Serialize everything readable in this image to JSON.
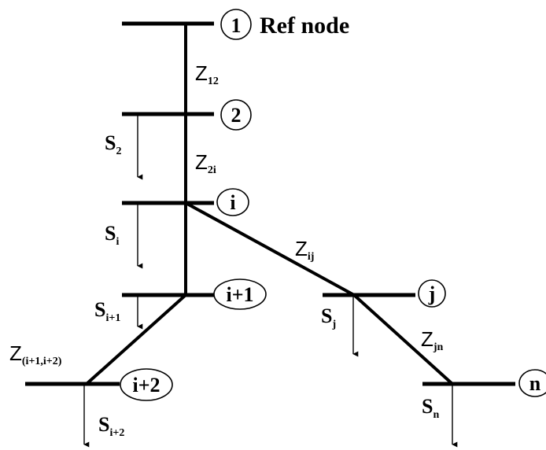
{
  "nodes": {
    "n1": "1",
    "n2": "2",
    "ni": "i",
    "ni1": "i+1",
    "ni2": "i+2",
    "nj": "j",
    "nn": "n"
  },
  "ref_label": "Ref node",
  "loads": {
    "s2": {
      "main": "S",
      "sub": "2"
    },
    "si": {
      "main": "S",
      "sub": "i"
    },
    "si1": {
      "main": "S",
      "sub": "i+1"
    },
    "si2": {
      "main": "S",
      "sub": "i+2"
    },
    "sj": {
      "main": "S",
      "sub": "j"
    },
    "sn": {
      "main": "S",
      "sub": "n"
    }
  },
  "impedances": {
    "z12": {
      "main": "Z",
      "sub": "12"
    },
    "z2i": {
      "main": "Z",
      "sub": "2i"
    },
    "zij": {
      "main": "Z",
      "sub": "ij"
    },
    "zjn": {
      "main": "Z",
      "sub": "jn"
    },
    "zi1i2": {
      "main": "Z",
      "sub": "(i+1,i+2)"
    }
  }
}
